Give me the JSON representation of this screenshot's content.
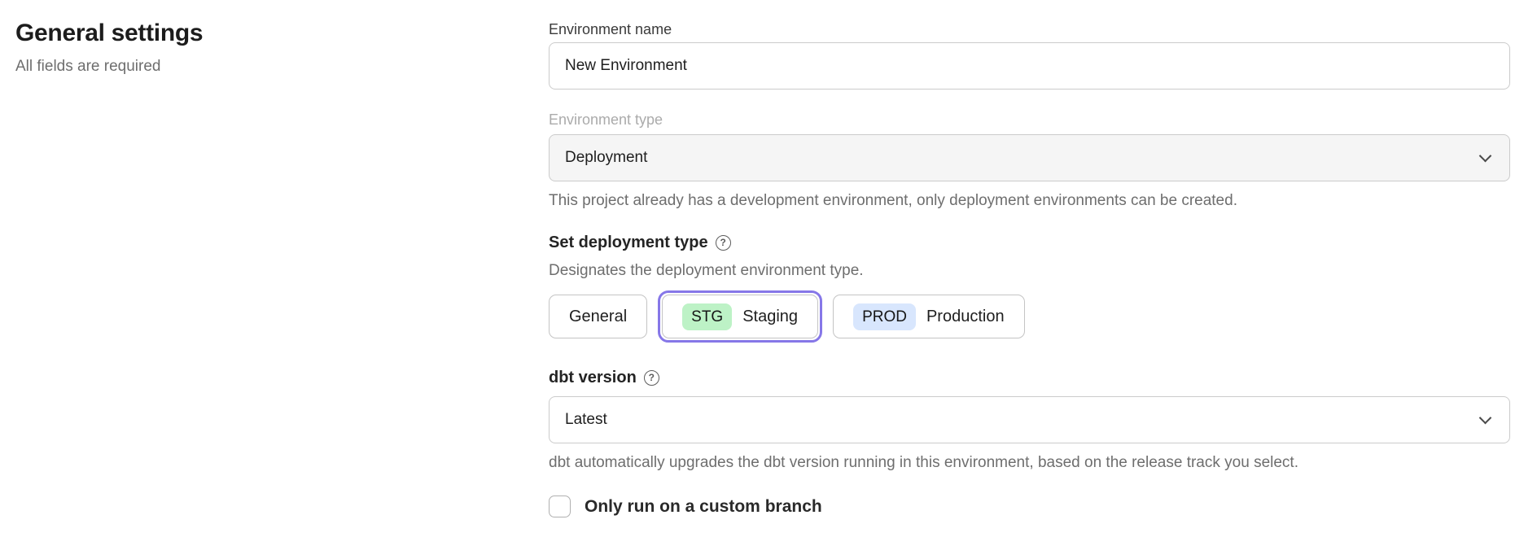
{
  "page": {
    "title": "General settings",
    "subtitle": "All fields are required"
  },
  "form": {
    "environment_name": {
      "label": "Environment name",
      "value": "New Environment"
    },
    "environment_type": {
      "label": "Environment type",
      "value": "Deployment",
      "disabled": true,
      "helper": "This project already has a development environment, only deployment environments can be created."
    },
    "deployment_type": {
      "label": "Set deployment type",
      "description": "Designates the deployment environment type.",
      "options": [
        {
          "label": "General",
          "badge": "",
          "selected": false
        },
        {
          "label": "Staging",
          "badge": "STG",
          "selected": true
        },
        {
          "label": "Production",
          "badge": "PROD",
          "selected": false
        }
      ]
    },
    "dbt_version": {
      "label": "dbt version",
      "value": "Latest",
      "helper": "dbt automatically upgrades the dbt version running in this environment, based on the release track you select."
    },
    "custom_branch": {
      "label": "Only run on a custom branch",
      "checked": false
    }
  },
  "icons": {
    "help_glyph": "?",
    "chevron_down": "v"
  },
  "colors": {
    "badge_staging_bg": "#bdf2c6",
    "badge_production_bg": "#d8e6fd",
    "selected_ring": "#8677e8",
    "disabled_field_bg": "#f5f5f5",
    "helper_text": "#6e6e6e",
    "border": "#cbcbcb"
  }
}
